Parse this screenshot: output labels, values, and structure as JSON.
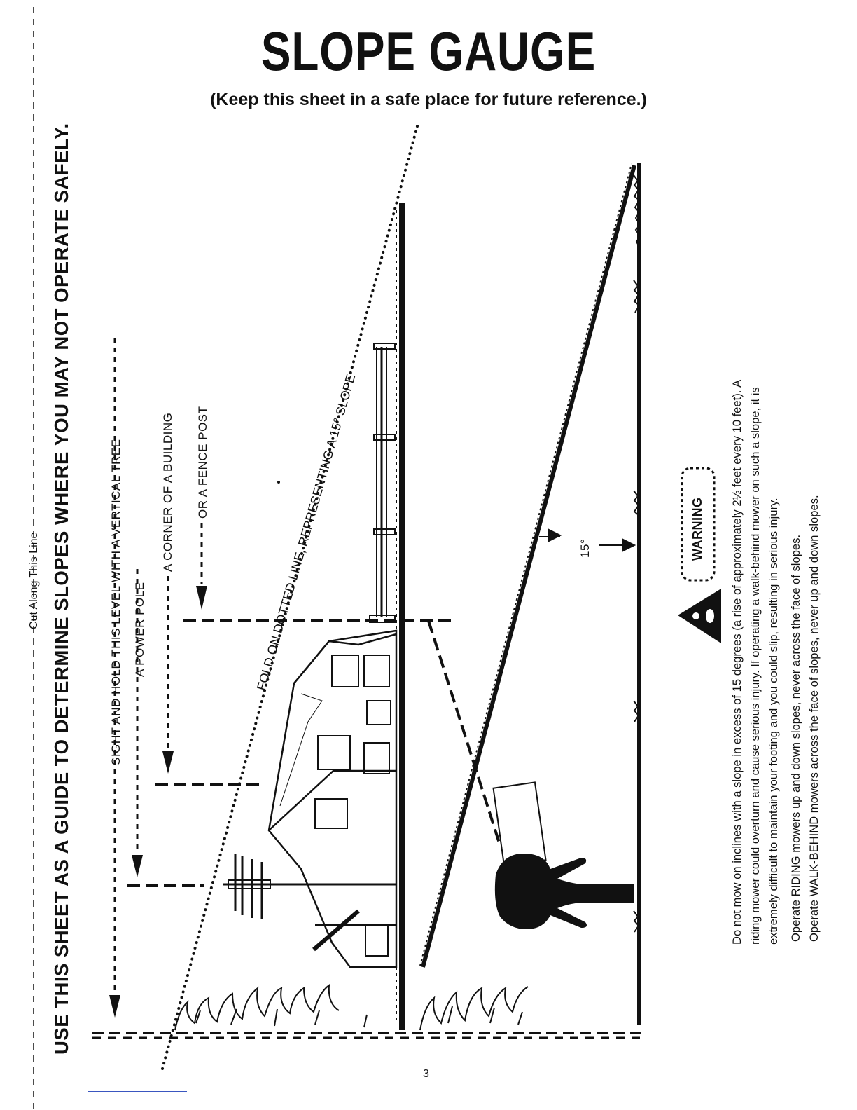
{
  "title": "SLOPE GAUGE",
  "subtitle": "(Keep this sheet in a safe place for future reference.)",
  "cut_label": "Cut Along This Line",
  "main_instruction": "USE THIS SHEET AS A GUIDE TO DETERMINE SLOPES WHERE YOU MAY NOT OPERATE SAFELY.",
  "labels": {
    "sight": "SIGHT AND HOLD THIS LEVEL WITH A VERTICAL TREE",
    "power_pole": "A POWER POLE",
    "building": "A CORNER OF A BUILDING",
    "fence": "OR A FENCE POST",
    "fold": "FOLD ON DOTTED LINE, REPRESENTING A 15° SLOPE",
    "angle": "15°"
  },
  "warning": {
    "badge": "WARNING",
    "paragraph_lines": [
      "Do not mow on inclines with a slope in excess of 15 degrees (a rise of approximately 2½ feet every 10 feet). A",
      "riding mower could overturn and cause serious injury. If operating a walk-behind mower on such a slope, it is",
      "extremely difficult to maintain your footing and you could slip, resulting in serious injury."
    ],
    "riding": "Operate RIDING mowers up and down slopes, never across the face of slopes.",
    "walk_behind": "Operate WALK-BEHIND mowers across the face of slopes, never up and down slopes."
  },
  "page_number": "3"
}
